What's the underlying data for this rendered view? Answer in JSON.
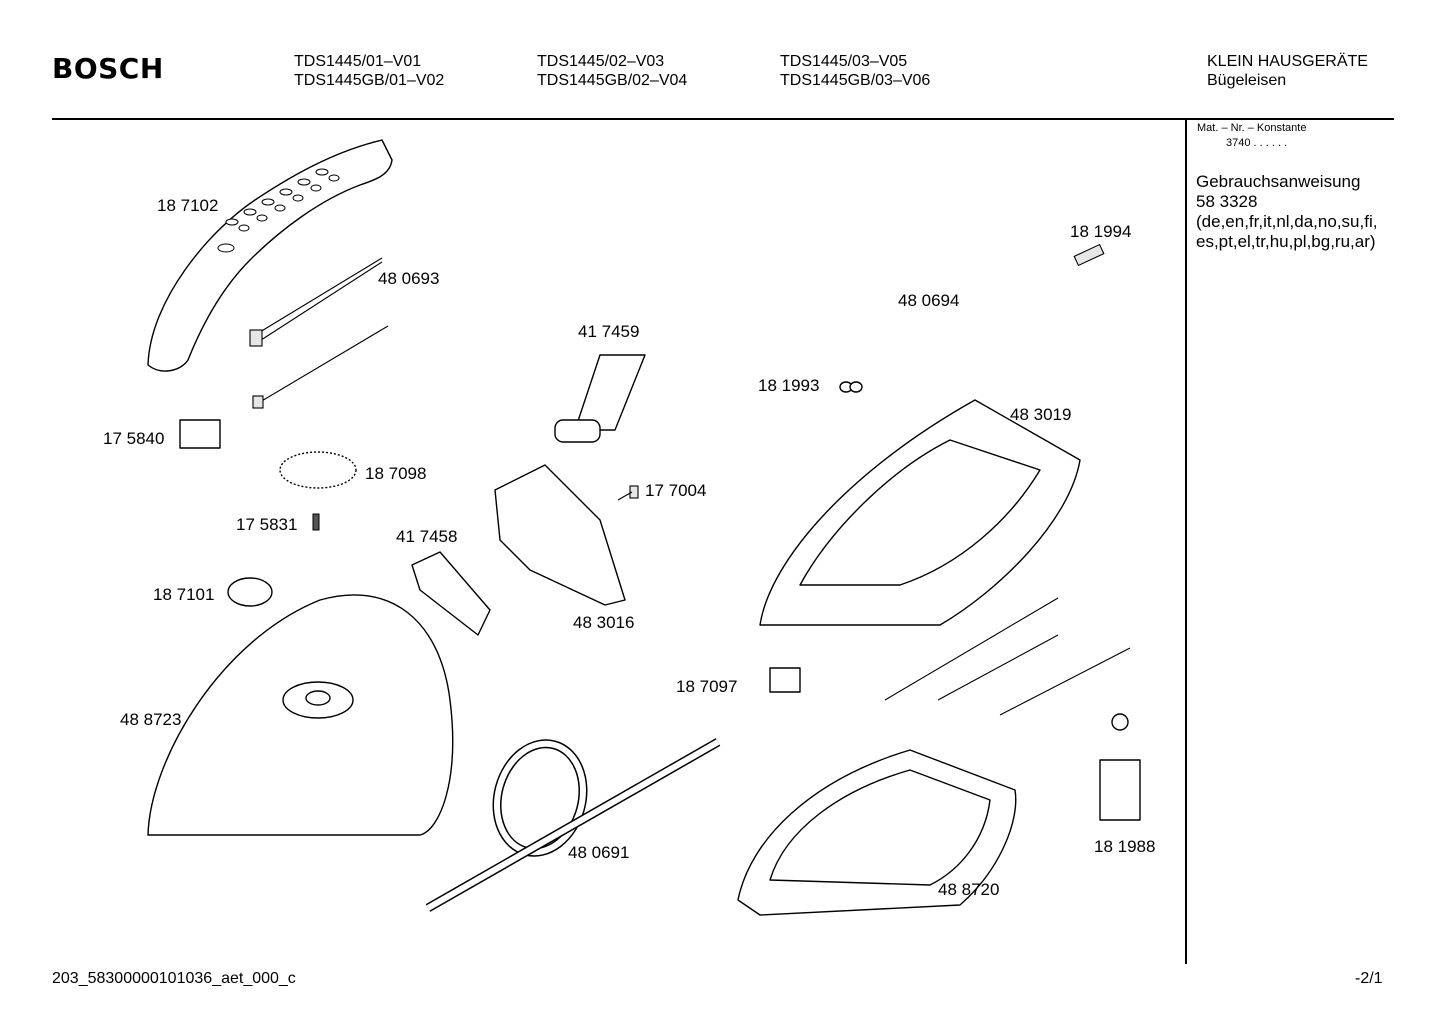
{
  "header": {
    "brand": "BOSCH",
    "models": [
      [
        "TDS1445/01–V01",
        "TDS1445GB/01–V02"
      ],
      [
        "TDS1445/02–V03",
        "TDS1445GB/02–V04"
      ],
      [
        "TDS1445/03–V05",
        "TDS1445GB/03–V06"
      ]
    ],
    "category": "KLEIN HAUSGERÄTE",
    "subcategory": "Bügeleisen"
  },
  "sidebar": {
    "mat_label": "Mat. – Nr. – Konstante",
    "mat_value": "3740  .  .    .  .  .  .",
    "manual_title": "Gebrauchsanweisung",
    "manual_number": "58 3328",
    "languages_1": "(de,en,fr,it,nl,da,no,su,fi,",
    "languages_2": "es,pt,el,tr,hu,pl,bg,ru,ar)"
  },
  "parts": [
    "18 7102",
    "48 0693",
    "41 7459",
    "18 1994",
    "48 0694",
    "18 1993",
    "48 3019",
    "17 5840",
    "18 7098",
    "17 7004",
    "17 5831",
    "41 7458",
    "18 7101",
    "48 3016",
    "18 7097",
    "48 8723",
    "48 0691",
    "18 1988",
    "48 8720"
  ],
  "footer": {
    "doc_id": "203_58300000101036_aet_000_c",
    "page": "-2/1"
  }
}
